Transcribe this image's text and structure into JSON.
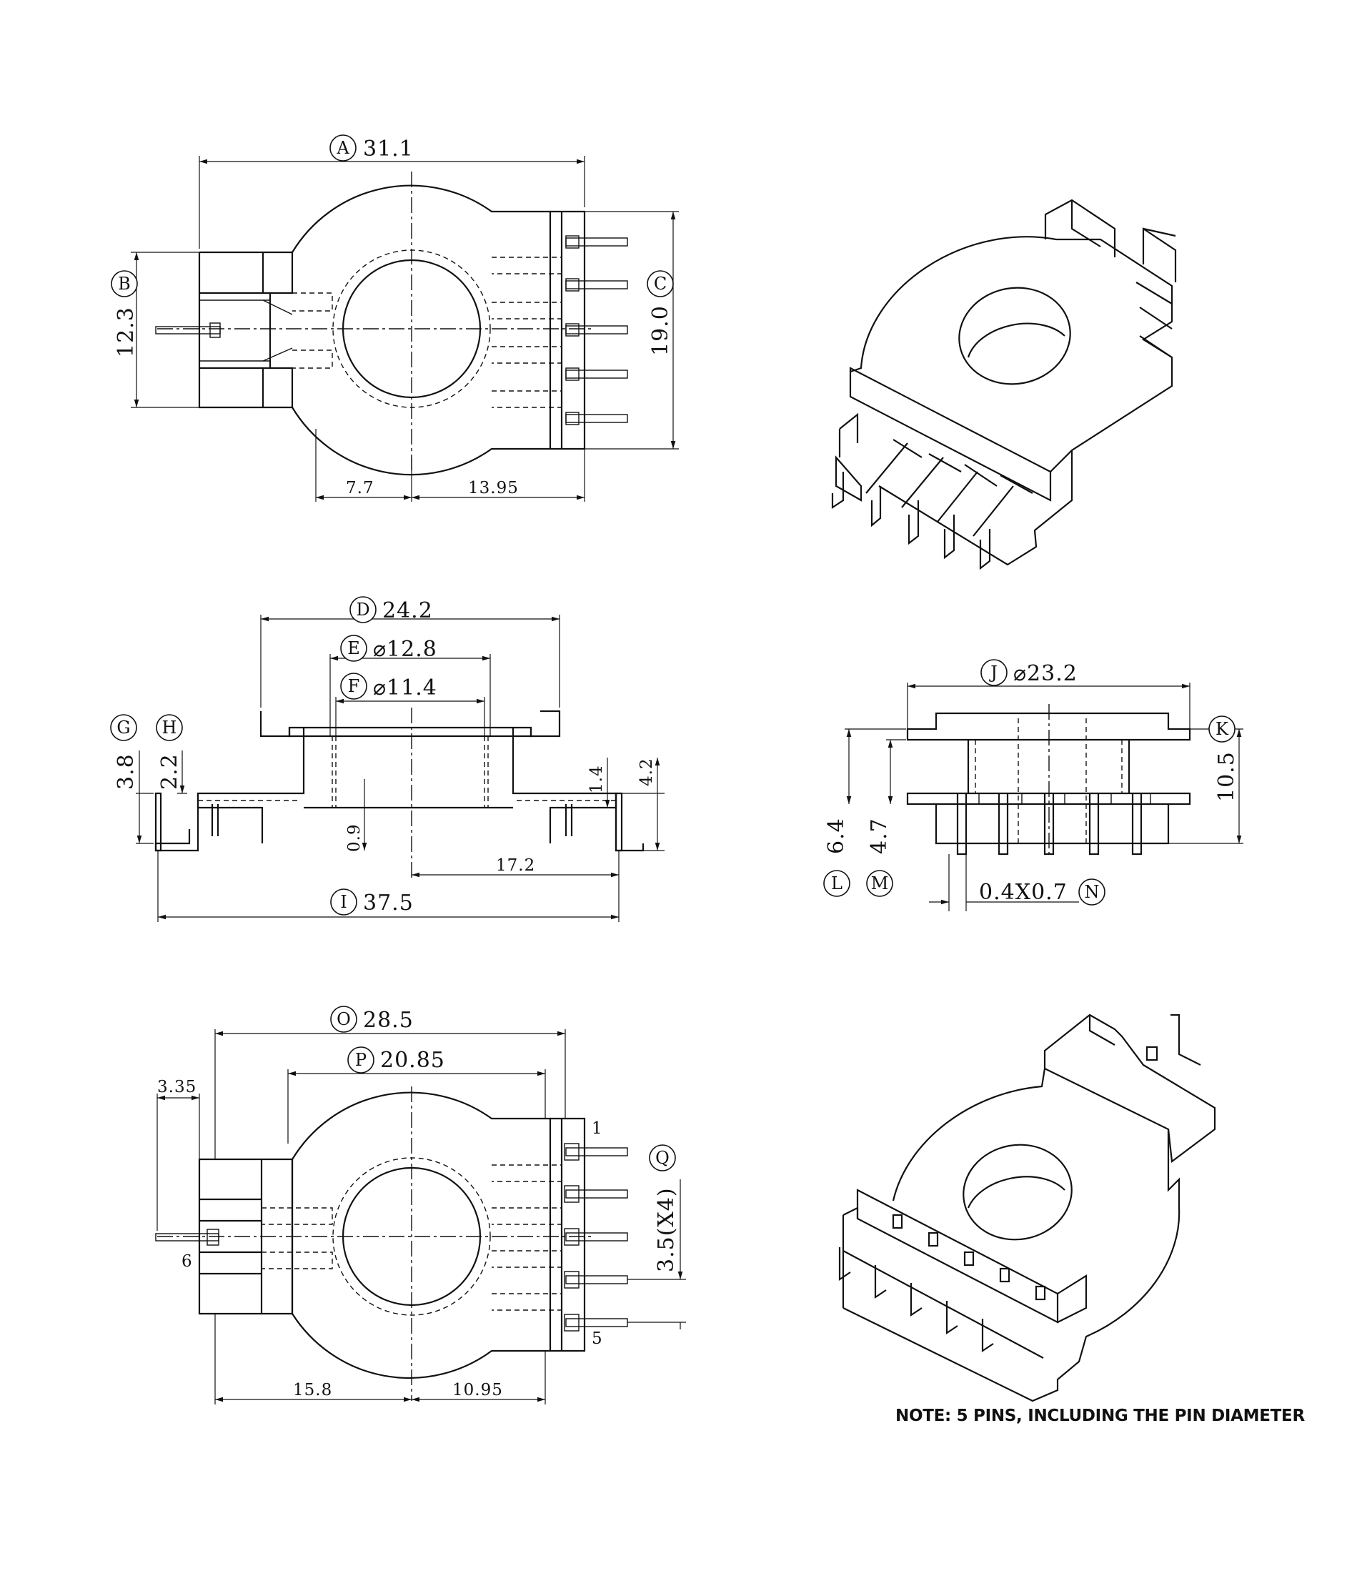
{
  "labels": {
    "A": "A",
    "B": "B",
    "C": "C",
    "D": "D",
    "E": "E",
    "F": "F",
    "G": "G",
    "H": "H",
    "I": "I",
    "J": "J",
    "K": "K",
    "L": "L",
    "M": "M",
    "N": "N",
    "O": "O",
    "P": "P",
    "Q": "Q"
  },
  "top_view": {
    "A": "31.1",
    "B": "12.3",
    "C": "19.0",
    "left_offset": "7.7",
    "right_offset": "13.95"
  },
  "front_view": {
    "D": "24.2",
    "E": "⌀12.8",
    "F": "⌀11.4",
    "G": "3.8",
    "H": "2.2",
    "base_thickness": "0.9",
    "pin_rise": "1.4",
    "overall_height": "4.2",
    "half_span": "17.2",
    "I": "37.5"
  },
  "side_view": {
    "J": "⌀23.2",
    "K": "10.5",
    "L": "6.4",
    "M": "4.7",
    "N": "0.4X0.7"
  },
  "bottom_view": {
    "O": "28.5",
    "P": "20.85",
    "tab_width": "3.35",
    "pin_1": "1",
    "pin_5": "5",
    "pin_6": "6",
    "Q": "3.5(X4)",
    "left_offset": "15.8",
    "right_offset": "10.95"
  },
  "note": "NOTE: 5 PINS, INCLUDING THE PIN DIAMETER"
}
